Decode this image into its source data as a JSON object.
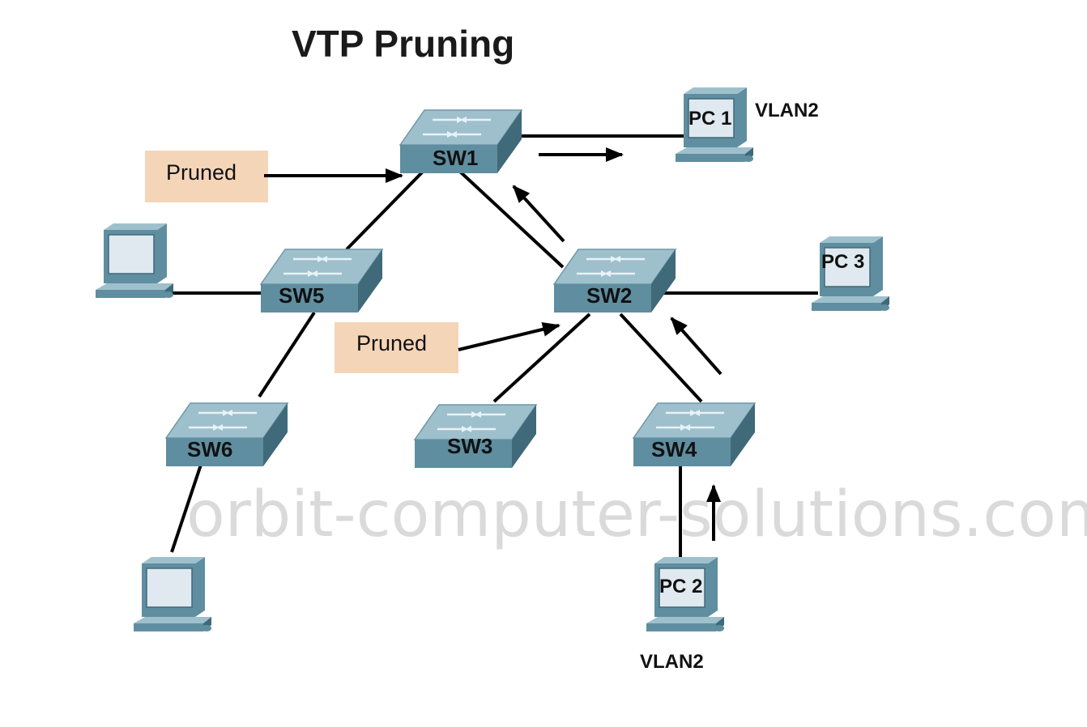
{
  "title": "VTP Pruning",
  "switches": {
    "sw1": "SW1",
    "sw2": "SW2",
    "sw3": "SW3",
    "sw4": "SW4",
    "sw5": "SW5",
    "sw6": "SW6"
  },
  "pcs": {
    "pc1": "PC 1",
    "pc2": "PC 2",
    "pc3": "PC 3"
  },
  "vlan_labels": {
    "pc1_vlan": "VLAN2",
    "pc2_vlan": "VLAN2"
  },
  "pruned_labels": {
    "top": "Pruned",
    "middle": "Pruned"
  },
  "watermark": "orbit-computer-solutions.com",
  "colors": {
    "switch_top": "#9ec0cd",
    "switch_front": "#5f8ea0",
    "switch_side": "#40697a",
    "pruned_box": "#f5d5b8",
    "pc_screen": "#dfe9ef"
  }
}
